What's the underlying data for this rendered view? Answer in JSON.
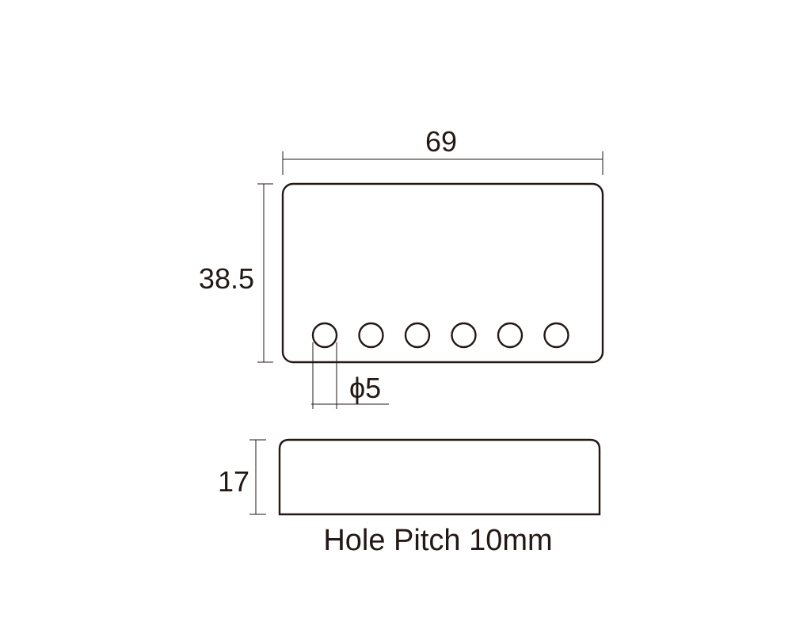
{
  "dimensions": {
    "width": "69",
    "height": "38.5",
    "hole_diameter": "ϕ5",
    "side_height": "17"
  },
  "hole_count": 6,
  "caption": "Hole Pitch 10mm",
  "colors": {
    "line": "#231815",
    "background": "#ffffff"
  }
}
